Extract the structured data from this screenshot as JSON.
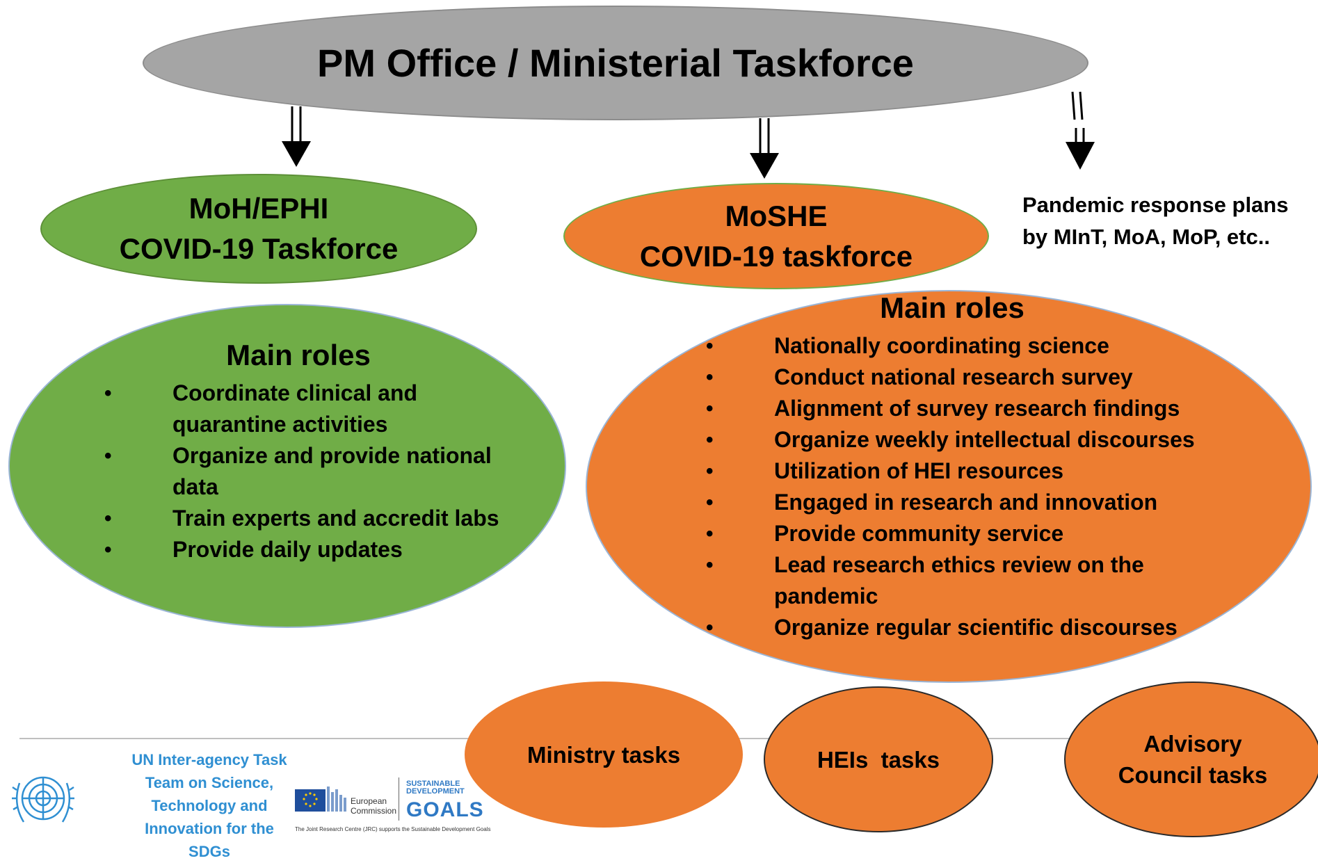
{
  "top": {
    "title": "PM Office / Ministerial Taskforce"
  },
  "moh": {
    "line1": "MoH/EPHI",
    "line2": "COVID-19 Taskforce"
  },
  "moshe": {
    "line1": "MoSHE",
    "line2": "COVID-19 taskforce"
  },
  "pandemic": {
    "line1": "Pandemic response plans",
    "line2": "by MInT, MoA, MoP, etc.."
  },
  "moh_roles": {
    "title": "Main roles",
    "items": [
      "Coordinate clinical and quarantine activities",
      "Organize and provide national data",
      "Train experts and accredit labs",
      "Provide daily updates"
    ]
  },
  "moshe_roles": {
    "title": "Main roles",
    "items": [
      "Nationally coordinating science",
      "Conduct national research survey",
      "Alignment of  survey research findings",
      "Organize weekly  intellectual discourses",
      "Utilization of HEI resources",
      "Engaged in research and innovation",
      "Provide community service",
      "Lead research ethics review  on the pandemic",
      "Organize  regular scientific discourses"
    ]
  },
  "tasks": {
    "ministry": "Ministry tasks",
    "heis": "HEIs  tasks",
    "advisory_line1": "Advisory",
    "advisory_line2": "Council tasks"
  },
  "footer": {
    "un_line1": "UN Inter-agency Task",
    "un_line2": "Team on Science,",
    "un_line3": "Technology and",
    "un_line4": "Innovation for the SDGs",
    "ec_line1": "European",
    "ec_line2": "Commission",
    "sdg_line1": "SUSTAINABLE",
    "sdg_line2": "DEVELOPMENT",
    "sdg_goals": "GOALS",
    "jrc_note": "The Joint Research Centre (JRC) supports the Sustainable Development Goals"
  },
  "colors": {
    "gray": "#a5a5a5",
    "green": "#70ad47",
    "orange": "#ed7d31",
    "un_blue": "#2f8fd2"
  }
}
